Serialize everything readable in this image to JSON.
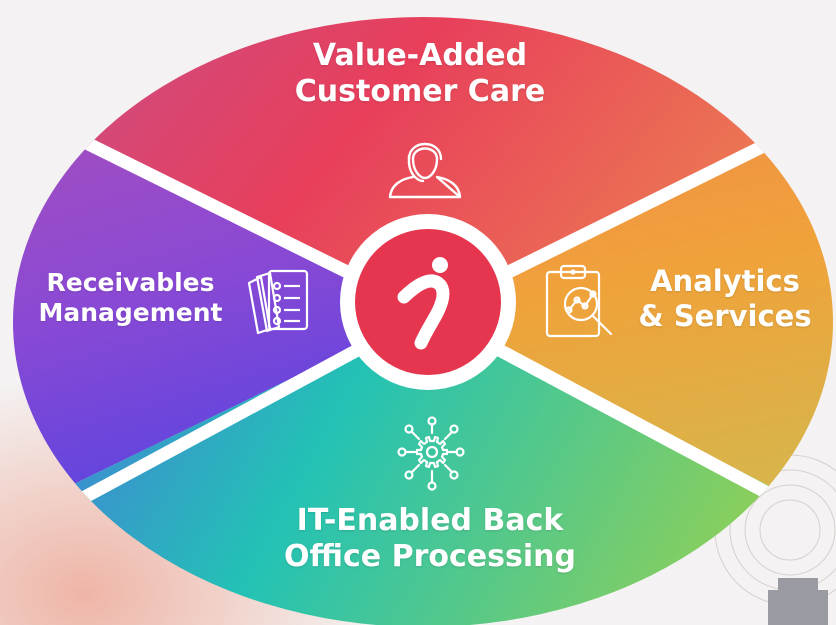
{
  "segments": {
    "top": {
      "lines": [
        "Value-Added",
        "Customer Care"
      ],
      "icon": "customer-support-headset-icon"
    },
    "left": {
      "lines": [
        "Receivables",
        "Management"
      ],
      "icon": "documents-checklist-icon"
    },
    "right": {
      "lines": [
        "Analytics",
        "& Services"
      ],
      "icon": "clipboard-analytics-magnifier-icon"
    },
    "bottom": {
      "lines": [
        "IT-Enabled Back",
        "Office Processing"
      ],
      "icon": "network-gear-hub-icon"
    }
  },
  "center": {
    "logo": "i",
    "logo_icon": "brand-i-logo-icon",
    "color": "#e6364f"
  },
  "colors": {
    "top": "#e8405a",
    "left": "#7a45d8",
    "right": "#f09a3a",
    "bottom": "#22c89a",
    "divider": "#ffffff"
  }
}
